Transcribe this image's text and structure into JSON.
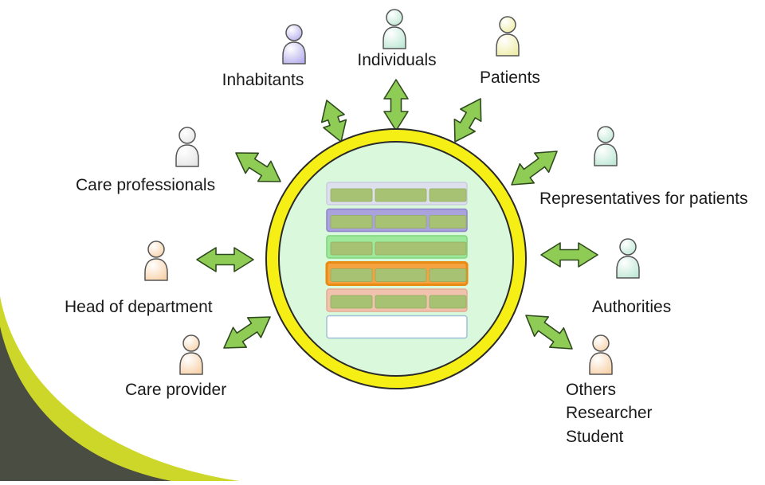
{
  "colors": {
    "ring": "#f6ef15",
    "ring_stroke": "#2a2a2a",
    "hub_fill": "#d9f8dc",
    "arrow_fill": "#8fcc55",
    "arrow_stroke": "#2f4a1e",
    "band_dark": "#4a4d42",
    "band_yellow": "#cdd72a"
  },
  "hub": {
    "rows": [
      {
        "bg": "#dde0ec",
        "border": "#c8cce0",
        "cells": 3
      },
      {
        "bg": "#a9a2dc",
        "border": "#8d84cc",
        "cells": 3
      },
      {
        "bg": "#9ee89b",
        "border": "#7ed67b",
        "cells": 2
      },
      {
        "bg": "#f4a340",
        "border": "#e98b12",
        "cells": 3
      },
      {
        "bg": "#f1c2ad",
        "border": "#e6aa90",
        "cells": 3
      },
      {
        "bg": "#ffffff",
        "border": "#9fc0d8",
        "cells": 0
      }
    ],
    "cell_color": "#a8c273"
  },
  "stakeholders": [
    {
      "id": "inhabitants",
      "lines": [
        "Inhabitants"
      ],
      "person_color": "#b7b0ec"
    },
    {
      "id": "individuals",
      "lines": [
        "Individuals"
      ],
      "person_color": "#bfe8d6"
    },
    {
      "id": "patients",
      "lines": [
        "Patients"
      ],
      "person_color": "#eeeda8"
    },
    {
      "id": "care-professionals",
      "lines": [
        "Care professionals"
      ],
      "person_color": "#e6e6e6"
    },
    {
      "id": "representatives-for-patients",
      "lines": [
        "Representatives for patients"
      ],
      "person_color": "#bfe8d6"
    },
    {
      "id": "head-of-department",
      "lines": [
        "Head of department"
      ],
      "person_color": "#f8d2aa"
    },
    {
      "id": "authorities",
      "lines": [
        "Authorities"
      ],
      "person_color": "#bfe8d6"
    },
    {
      "id": "care-provider",
      "lines": [
        "Care provider"
      ],
      "person_color": "#f8d2aa"
    },
    {
      "id": "others",
      "lines": [
        "Others",
        "Researcher",
        "Student"
      ],
      "person_color": "#f8d2aa"
    }
  ]
}
